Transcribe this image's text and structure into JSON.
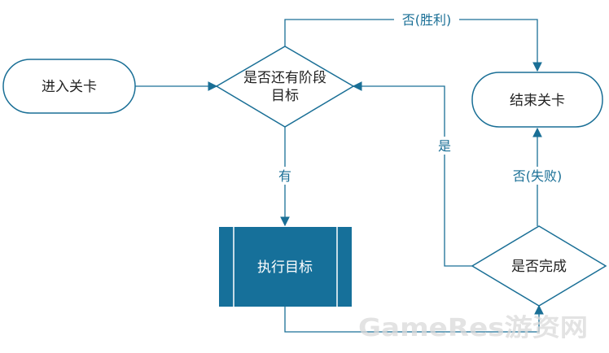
{
  "diagram": {
    "nodes": {
      "enter_level": "进入关卡",
      "has_goal_line1": "是否还有阶段",
      "has_goal_line2": "目标",
      "end_level": "结束关卡",
      "execute_goal": "执行目标",
      "is_complete": "是否完成"
    },
    "edges": {
      "no_win": "否(胜利)",
      "yes": "有",
      "yes_loop": "是",
      "no_fail": "否(失败)"
    }
  },
  "watermark": "GameRes游资网",
  "colors": {
    "stroke": "#1a6f96",
    "process_fill": "#16709a",
    "label": "#1a6f96",
    "text": "#222222"
  }
}
